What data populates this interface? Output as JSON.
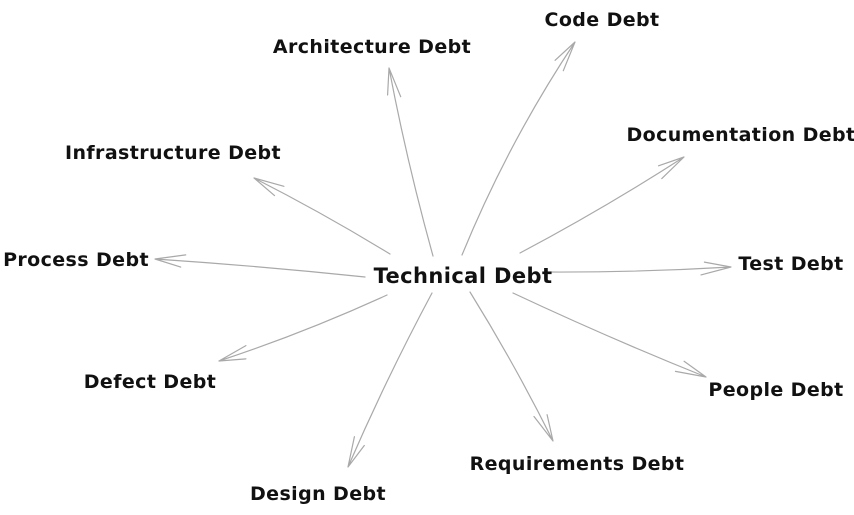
{
  "diagram": {
    "center": {
      "id": "technical-debt",
      "label": "Technical Debt"
    },
    "nodes": [
      {
        "id": "code-debt",
        "label": "Code Debt"
      },
      {
        "id": "documentation-debt",
        "label": "Documentation Debt"
      },
      {
        "id": "test-debt",
        "label": "Test Debt"
      },
      {
        "id": "people-debt",
        "label": "People Debt"
      },
      {
        "id": "requirements-debt",
        "label": "Requirements Debt"
      },
      {
        "id": "design-debt",
        "label": "Design Debt"
      },
      {
        "id": "defect-debt",
        "label": "Defect Debt"
      },
      {
        "id": "process-debt",
        "label": "Process Debt"
      },
      {
        "id": "infrastructure-debt",
        "label": "Infrastructure Debt"
      },
      {
        "id": "architecture-debt",
        "label": "Architecture Debt"
      }
    ],
    "edges": [
      {
        "from": "technical-debt",
        "to": "code-debt"
      },
      {
        "from": "technical-debt",
        "to": "documentation-debt"
      },
      {
        "from": "technical-debt",
        "to": "test-debt"
      },
      {
        "from": "technical-debt",
        "to": "people-debt"
      },
      {
        "from": "technical-debt",
        "to": "requirements-debt"
      },
      {
        "from": "technical-debt",
        "to": "design-debt"
      },
      {
        "from": "technical-debt",
        "to": "defect-debt"
      },
      {
        "from": "technical-debt",
        "to": "process-debt"
      },
      {
        "from": "technical-debt",
        "to": "infrastructure-debt"
      },
      {
        "from": "technical-debt",
        "to": "architecture-debt"
      }
    ],
    "colors": {
      "background": "#ffffff",
      "text": "#111111",
      "arrow": "#a9a9a9"
    }
  }
}
